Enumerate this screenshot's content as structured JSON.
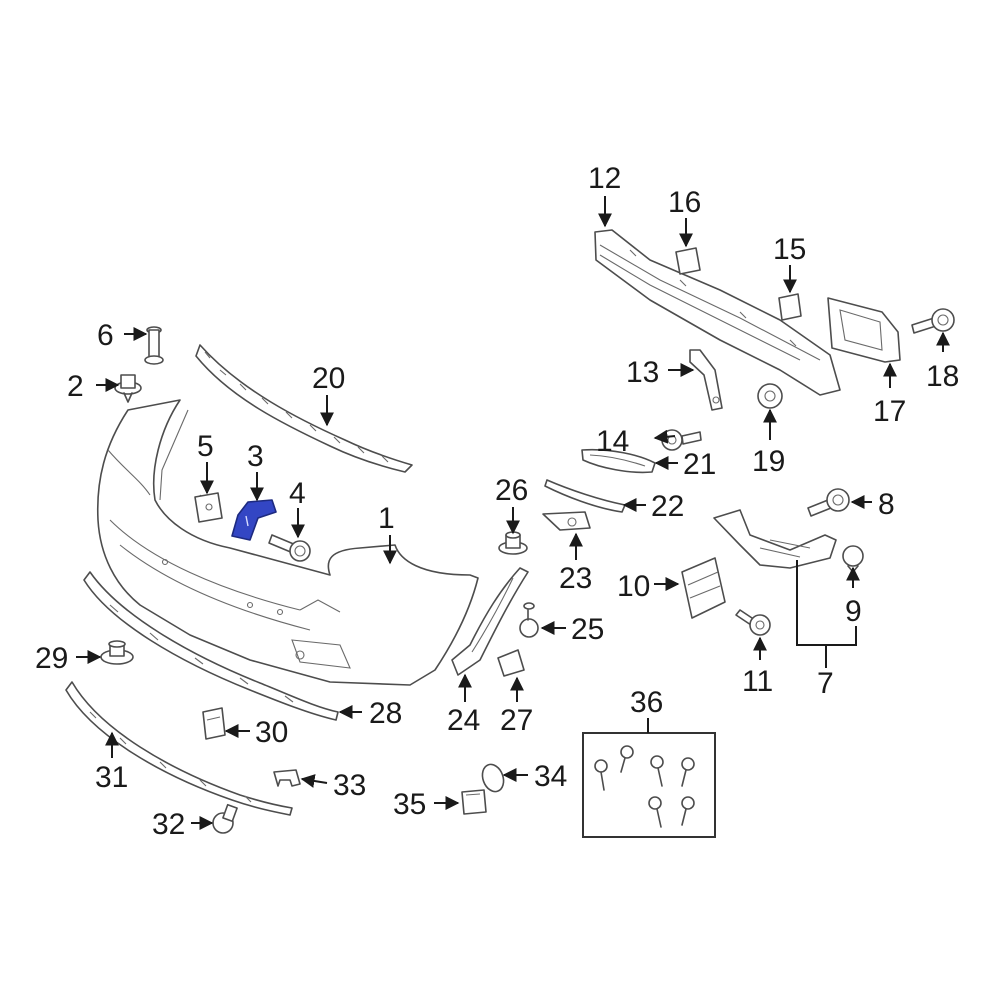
{
  "diagram": {
    "highlight_color": "#3346c4",
    "callouts": [
      {
        "id": "1",
        "text": "1"
      },
      {
        "id": "2",
        "text": "2"
      },
      {
        "id": "3",
        "text": "3",
        "highlighted": true
      },
      {
        "id": "4",
        "text": "4"
      },
      {
        "id": "5",
        "text": "5"
      },
      {
        "id": "6",
        "text": "6"
      },
      {
        "id": "7",
        "text": "7"
      },
      {
        "id": "8",
        "text": "8"
      },
      {
        "id": "9",
        "text": "9"
      },
      {
        "id": "10",
        "text": "10"
      },
      {
        "id": "11",
        "text": "11"
      },
      {
        "id": "12",
        "text": "12"
      },
      {
        "id": "13",
        "text": "13"
      },
      {
        "id": "14",
        "text": "14"
      },
      {
        "id": "15",
        "text": "15"
      },
      {
        "id": "16",
        "text": "16"
      },
      {
        "id": "17",
        "text": "17"
      },
      {
        "id": "18",
        "text": "18"
      },
      {
        "id": "19",
        "text": "19"
      },
      {
        "id": "20",
        "text": "20"
      },
      {
        "id": "21",
        "text": "21"
      },
      {
        "id": "22",
        "text": "22"
      },
      {
        "id": "23",
        "text": "23"
      },
      {
        "id": "24",
        "text": "24"
      },
      {
        "id": "25",
        "text": "25"
      },
      {
        "id": "26",
        "text": "26"
      },
      {
        "id": "27",
        "text": "27"
      },
      {
        "id": "28",
        "text": "28"
      },
      {
        "id": "29",
        "text": "29"
      },
      {
        "id": "30",
        "text": "30"
      },
      {
        "id": "31",
        "text": "31"
      },
      {
        "id": "32",
        "text": "32"
      },
      {
        "id": "33",
        "text": "33"
      },
      {
        "id": "34",
        "text": "34"
      },
      {
        "id": "35",
        "text": "35"
      },
      {
        "id": "36",
        "text": "36"
      }
    ]
  }
}
